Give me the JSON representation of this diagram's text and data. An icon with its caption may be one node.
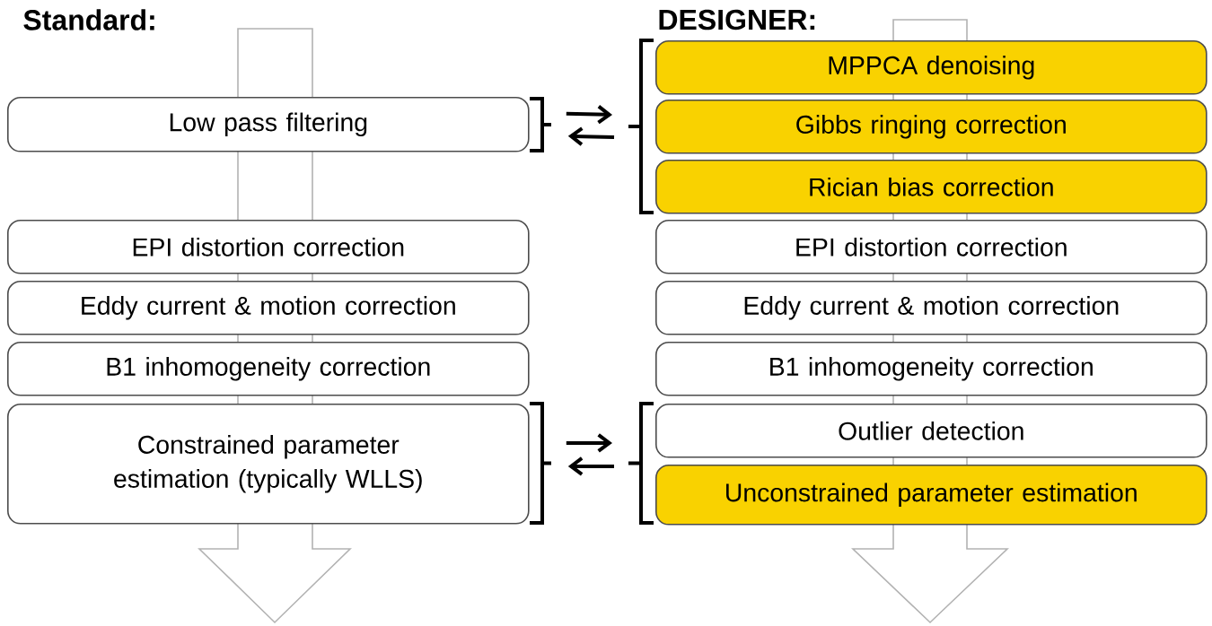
{
  "diagram": {
    "nodes": [
      {
        "text": [
          "Low pass filtering"
        ]
      },
      {
        "text": [],
        "shape": "bracket"
      },
      {
        "text": [],
        "shape": "bracket"
      },
      {
        "text": [
          "MPPCA denoising"
        ]
      },
      {
        "text": [
          "Gibbs ringing correction"
        ]
      },
      {
        "text": [
          "Rician bias correction"
        ]
      },
      {
        "text": [
          "EPI distortion correction"
        ]
      },
      {
        "text": [
          "EPI distortion correction"
        ]
      },
      {
        "text": [
          "Eddy current & motion correction"
        ]
      },
      {
        "text": [
          "Eddy current & motion correction"
        ]
      },
      {
        "text": [
          "B1 inhomogeneity correction"
        ]
      },
      {
        "text": [
          "B1 inhomogeneity correction"
        ]
      },
      {
        "text": [
          "Constrained parameter estimation (typically WLLS)"
        ]
      },
      {
        "text": [],
        "shape": "bracket"
      },
      {
        "text": [],
        "shape": "bracket"
      },
      {
        "text": [
          "Outlier detection"
        ]
      },
      {
        "text": [
          "Unconstrained parameter estimation"
        ]
      }
    ],
    "edges": [
      {
        "from": 1,
        "to": 2,
        "arrow": "to"
      },
      {
        "from": 2,
        "to": 1,
        "arrow": "to"
      },
      {
        "from": 13,
        "to": 14,
        "arrow": "to"
      },
      {
        "from": 14,
        "to": 13,
        "arrow": "to"
      }
    ],
    "labels": [
      "Standard:",
      "DESIGNER:"
    ]
  }
}
